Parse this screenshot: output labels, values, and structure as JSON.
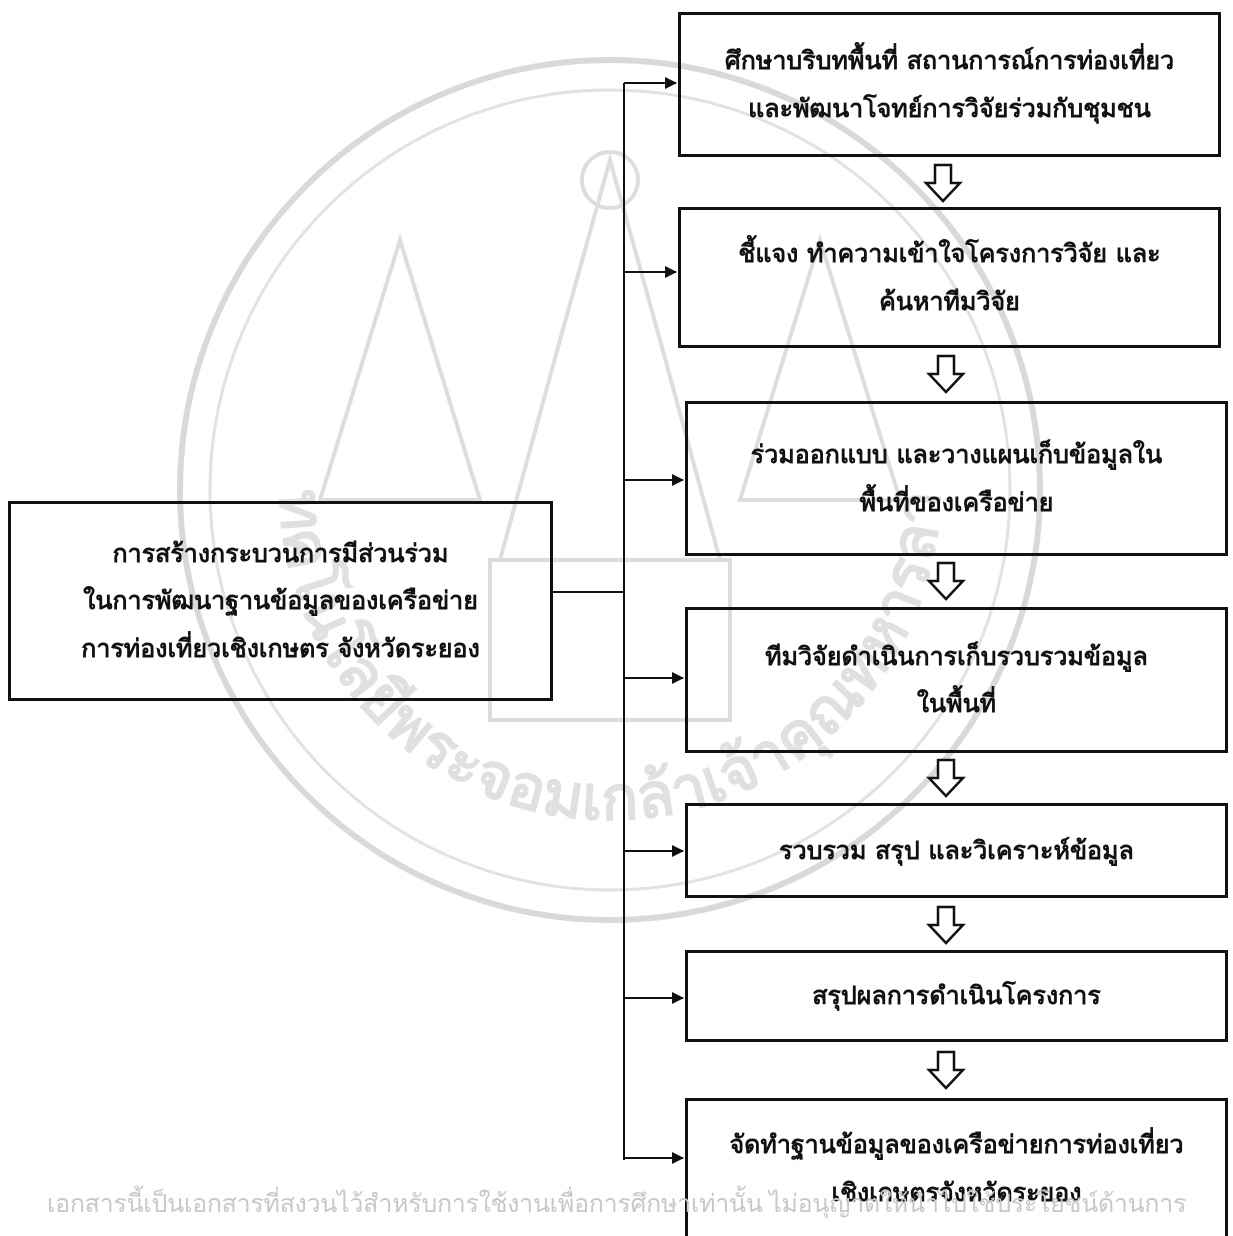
{
  "main": {
    "lines": [
      "การสร้างกระบวนการมีส่วนร่วม",
      "ในการพัฒนาฐานข้อมูลของเครือข่าย",
      "การท่องเที่ยวเชิงเกษตร จังหวัดระยอง"
    ]
  },
  "steps": [
    {
      "lines": [
        "ศึกษาบริบทพื้นที่ สถานการณ์การท่องเที่ยว",
        "และพัฒนาโจทย์การวิจัยร่วมกับชุมชน"
      ]
    },
    {
      "lines": [
        "ชี้แจง ทำความเข้าใจโครงการวิจัย และ",
        "ค้นหาทีมวิจัย"
      ]
    },
    {
      "lines": [
        "ร่วมออกแบบ และวางแผนเก็บข้อมูลใน",
        "พื้นที่ของเครือข่าย"
      ]
    },
    {
      "lines": [
        "ทีมวิจัยดำเนินการเก็บรวบรวมข้อมูล",
        "ในพื้นที่"
      ]
    },
    {
      "lines": [
        "รวบรวม สรุป และวิเคราะห์ข้อมูล"
      ]
    },
    {
      "lines": [
        "สรุปผลการดำเนินโครงการ"
      ]
    },
    {
      "lines": [
        "จัดทำฐานข้อมูลของเครือข่ายการท่องเที่ยว",
        "เชิงเกษตรจังหวัดระยอง"
      ]
    }
  ],
  "footer": {
    "text": "เอกสารนี้เป็นเอกสารที่สงวนไว้สำหรับการใช้งานเพื่อการศึกษาเท่านั้น ไม่อนุญาตให้นำไปใช้ประโยชน์ด้านการ"
  },
  "watermark": {
    "arc_text": "สถาบันเทคโนโลยีพระจอมเกล้าเจ้าคุณทหารลาดกระบัง"
  }
}
